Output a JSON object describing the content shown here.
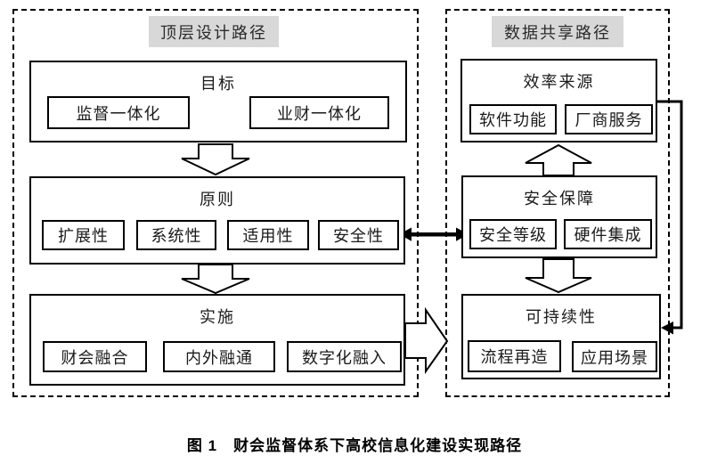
{
  "diagram": {
    "left_panel": {
      "title": "顶层设计路径",
      "sections": [
        {
          "title": "目标",
          "items": [
            "监督一体化",
            "业财一体化"
          ]
        },
        {
          "title": "原则",
          "items": [
            "扩展性",
            "系统性",
            "适用性",
            "安全性"
          ]
        },
        {
          "title": "实施",
          "items": [
            "财会融合",
            "内外融通",
            "数字化融入"
          ]
        }
      ]
    },
    "right_panel": {
      "title": "数据共享路径",
      "sections": [
        {
          "title": "效率来源",
          "items": [
            "软件功能",
            "厂商服务"
          ]
        },
        {
          "title": "安全保障",
          "items": [
            "安全等级",
            "硬件集成"
          ]
        },
        {
          "title": "可持续性",
          "items": [
            "流程再造",
            "应用场景"
          ]
        }
      ]
    },
    "caption": "图 1　财会监督体系下高校信息化建设实现路径"
  },
  "icons": {
    "plus_icon": "+",
    "down_arrow_icon": "⇩",
    "up_arrow_icon": "⇧",
    "big_right_arrow_icon": "⇨",
    "double_headed_arrow_icon": "↔",
    "small_right_arrow_icon": "▶",
    "feedback_arrow_icon": "↳"
  },
  "colors": {
    "background": "#ffffff",
    "panel_title_bg": "#d8d8d8",
    "line": "#000000",
    "text": "#1a1a1a"
  }
}
